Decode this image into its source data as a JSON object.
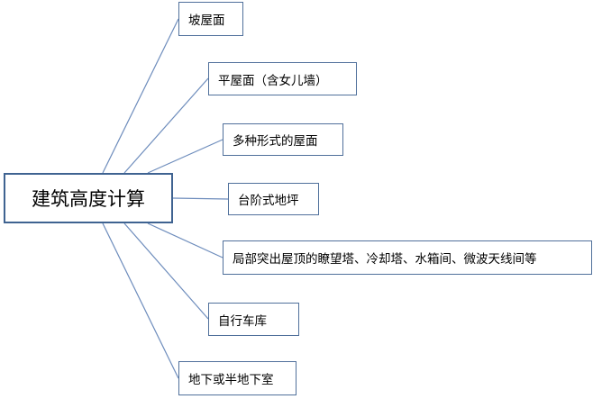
{
  "diagram": {
    "root": {
      "label": "建筑高度计算"
    },
    "branches": [
      {
        "label": "坡屋面"
      },
      {
        "label": "平屋面（含女儿墙）"
      },
      {
        "label": "多种形式的屋面"
      },
      {
        "label": "台阶式地坪"
      },
      {
        "label": "局部突出屋顶的瞭望塔、冷却塔、水箱间、微波天线间等"
      },
      {
        "label": "自行车库"
      },
      {
        "label": "地下或半地下室"
      }
    ],
    "colors": {
      "root_border": "#3f6391",
      "branch_border": "#50709b",
      "connector": "#6d8cbc"
    }
  }
}
